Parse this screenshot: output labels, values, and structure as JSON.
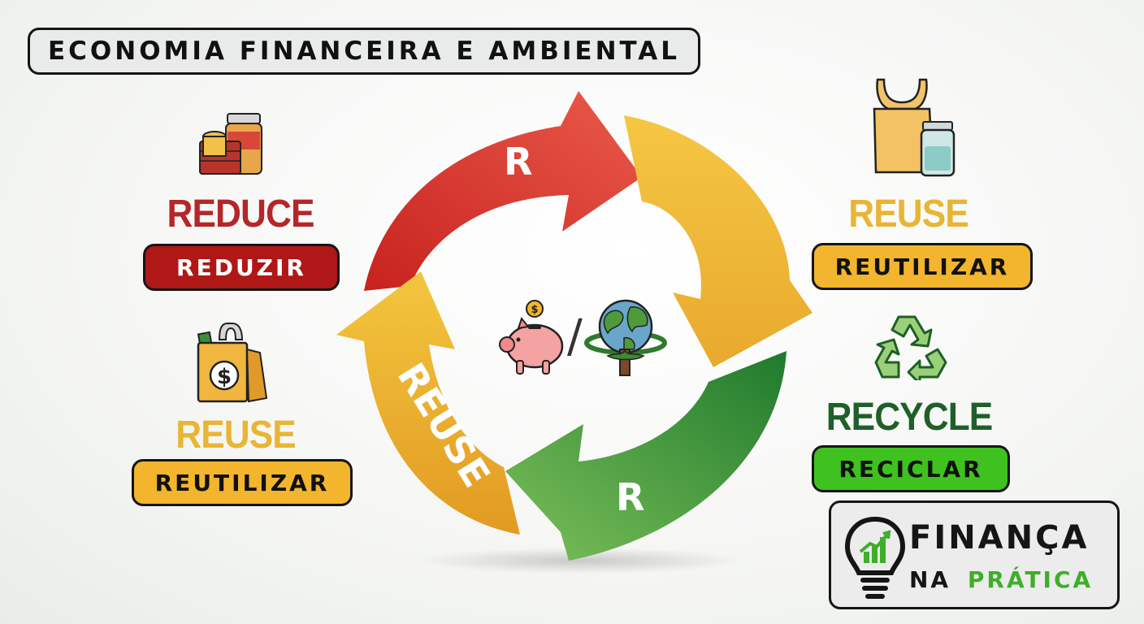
{
  "header": {
    "title": "ECONOMIA FINANCEIRA E AMBIENTAL"
  },
  "items": [
    {
      "english": "REDUCE",
      "portuguese": "REDUZIR",
      "icon": "jars-basket-icon",
      "color": "#b51f1f"
    },
    {
      "english": "REUSE",
      "portuguese": "REUTILIZAR",
      "icon": "shopping-bag-icon",
      "color": "#e8b534"
    },
    {
      "english": "REUSE",
      "portuguese": "REUTILIZAR",
      "icon": "tote-bag-jar-icon",
      "color": "#e8b534"
    },
    {
      "english": "RECYCLE",
      "portuguese": "RECICLAR",
      "icon": "recycle-icon",
      "color": "#1f6b2a"
    }
  ],
  "cycle": {
    "arrow_labels": [
      "R",
      "R",
      "REUSE"
    ],
    "arrow_colors": [
      "#d63a2e",
      "#eab43a",
      "#3f9a3d",
      "#e8a92f"
    ],
    "center_icons": [
      "piggy-bank-icon",
      "globe-tree-icon"
    ],
    "center_separator": "/"
  },
  "brand": {
    "line1": "FINANÇA",
    "line2_a": "NA",
    "line2_b": "PRÁTICA",
    "accent": "#3fae2a"
  }
}
